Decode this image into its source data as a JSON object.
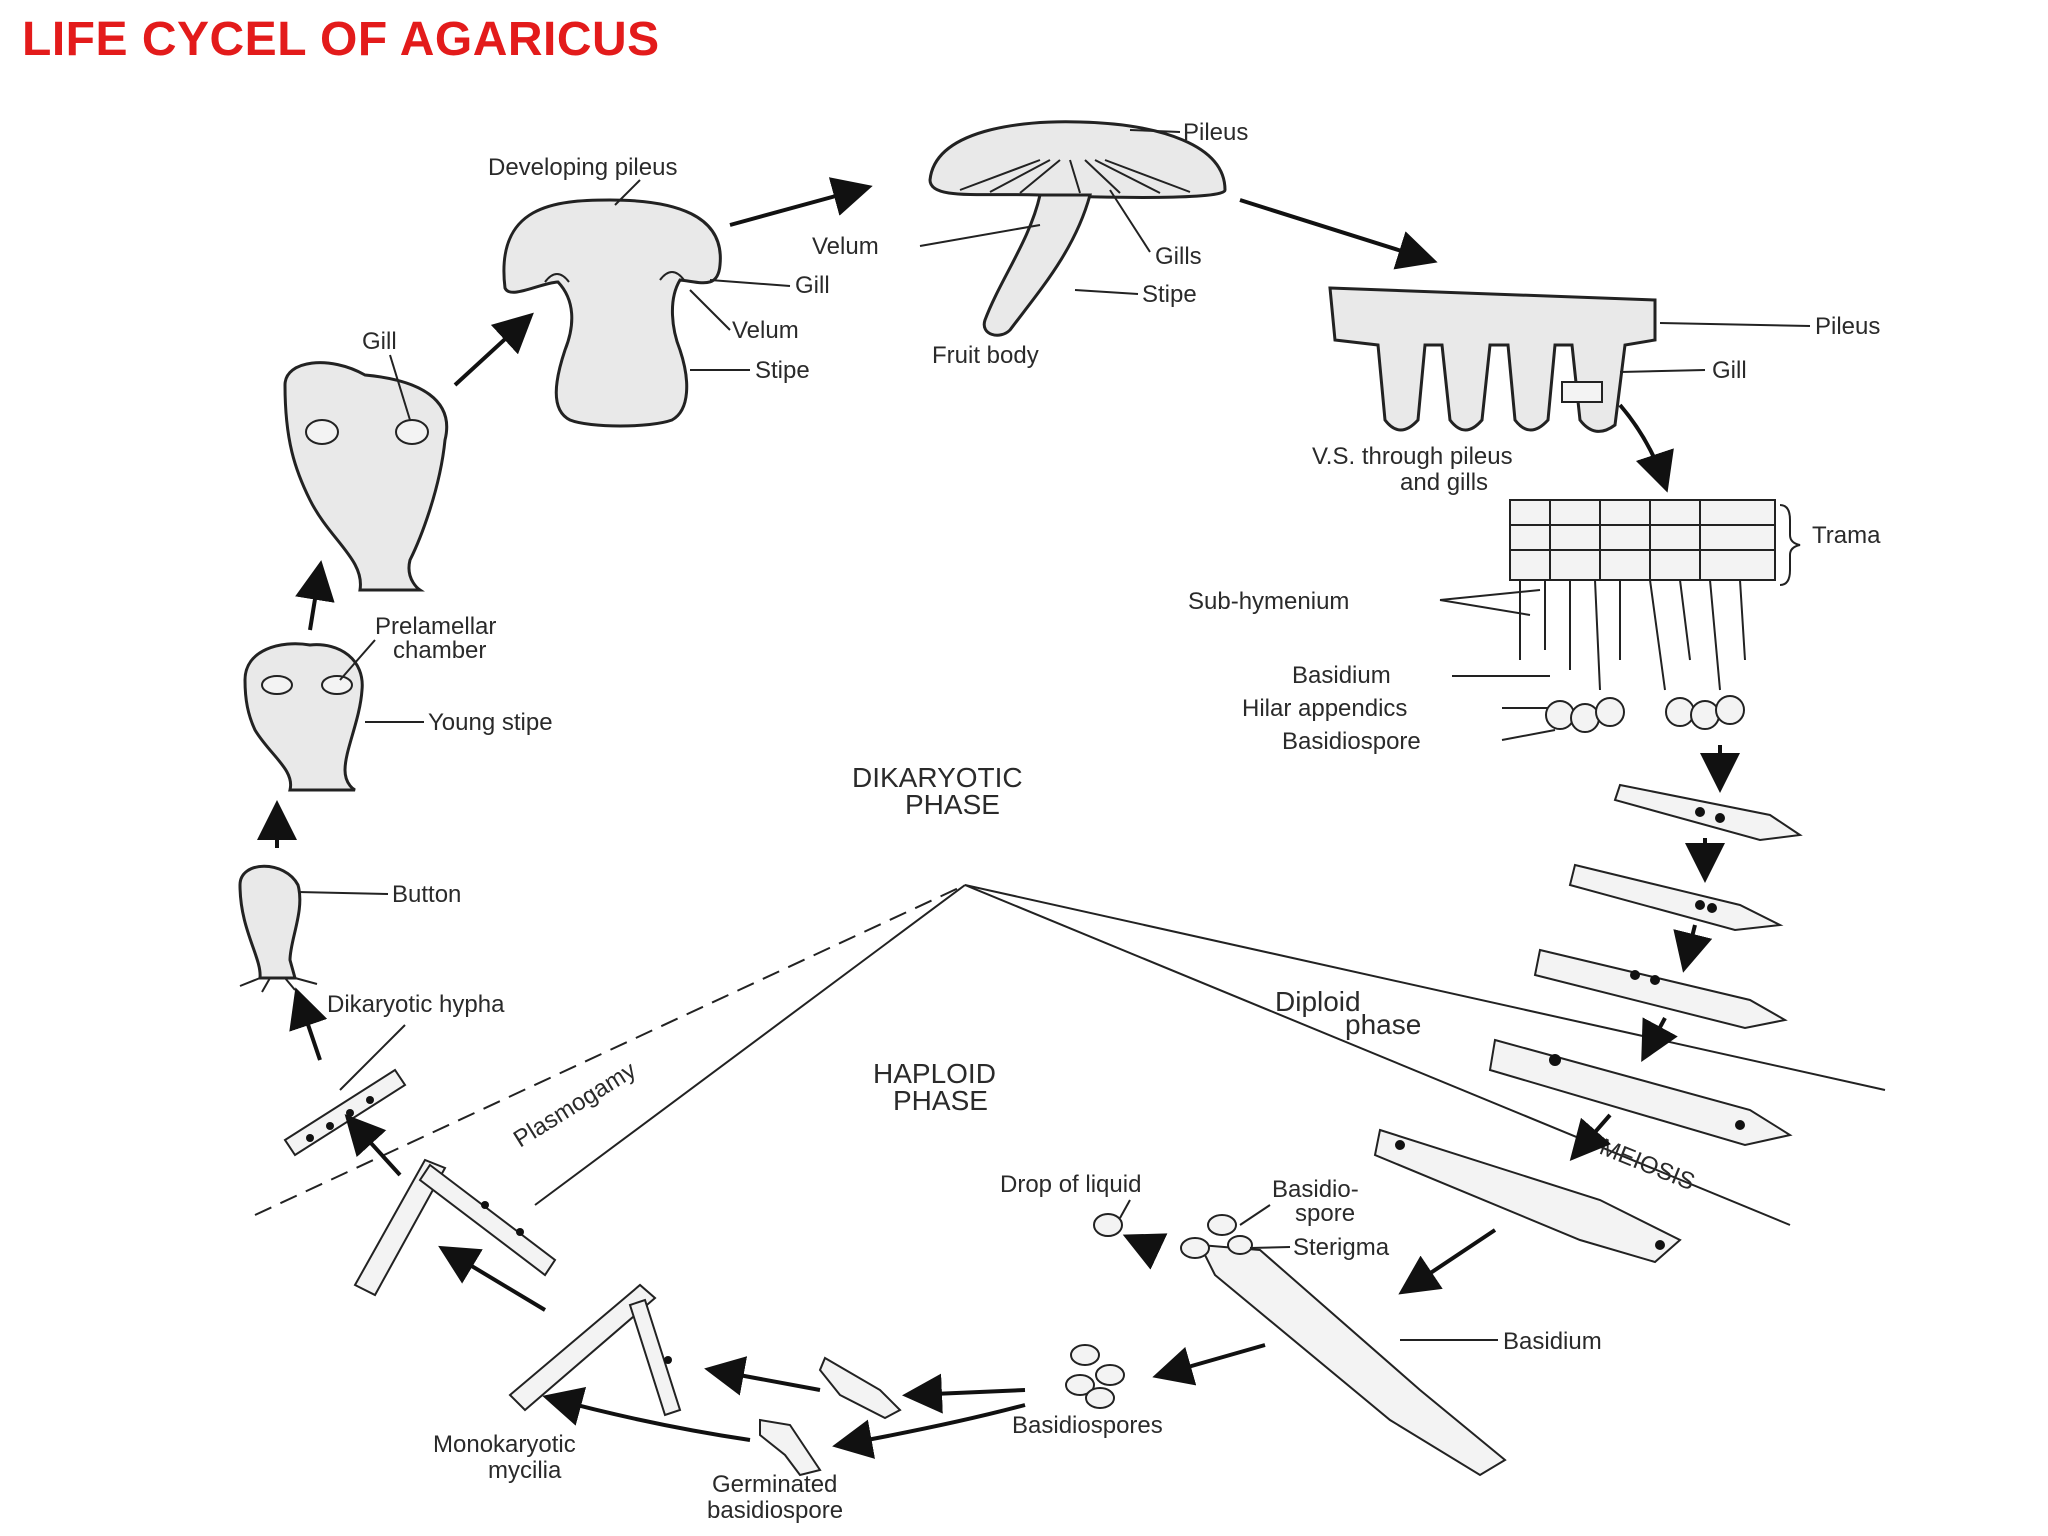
{
  "title": "LIFE CYCEL OF AGARICUS",
  "labels": {
    "developing_pileus": "Developing pileus",
    "gill_dev": "Gill",
    "velum_dev": "Velum",
    "stipe_dev": "Stipe",
    "pileus_fruit": "Pileus",
    "velum_fruit": "Velum",
    "gills_fruit": "Gills",
    "stipe_fruit": "Stipe",
    "fruit_body": "Fruit body",
    "pileus_vs": "Pileus",
    "gill_vs": "Gill",
    "vs_line1": "V.S. through pileus",
    "vs_line2": "and gills",
    "trama": "Trama",
    "sub_hymenium": "Sub-hymenium",
    "basidium_top": "Basidium",
    "hilar_appendics": "Hilar appendics",
    "basidiospore_top": "Basidiospore",
    "gill_young": "Gill",
    "prelamellar_1": "Prelamellar",
    "prelamellar_2": "chamber",
    "young_stipe": "Young stipe",
    "button": "Button",
    "dikaryotic_hypha": "Dikaryotic hypha",
    "dikaryotic_1": "DIKARYOTIC",
    "dikaryotic_2": "PHASE",
    "haploid_1": "HAPLOID",
    "haploid_2": "PHASE",
    "diploid_1": "Diploid",
    "diploid_2": "phase",
    "meiosis": "MEIOSIS",
    "plasmogamy": "Plasmogamy",
    "drop_of_liquid": "Drop of liquid",
    "basidio_1": "Basidio-",
    "basidio_2": "spore",
    "sterigma": "Sterigma",
    "basidium_bottom": "Basidium",
    "basidiospores": "Basidiospores",
    "monokaryotic_1": "Monokaryotic",
    "monokaryotic_2": "mycilia",
    "germinated_1": "Germinated",
    "germinated_2": "basidiospore"
  },
  "colors": {
    "title": "#e31b1b",
    "ink": "#222222"
  }
}
